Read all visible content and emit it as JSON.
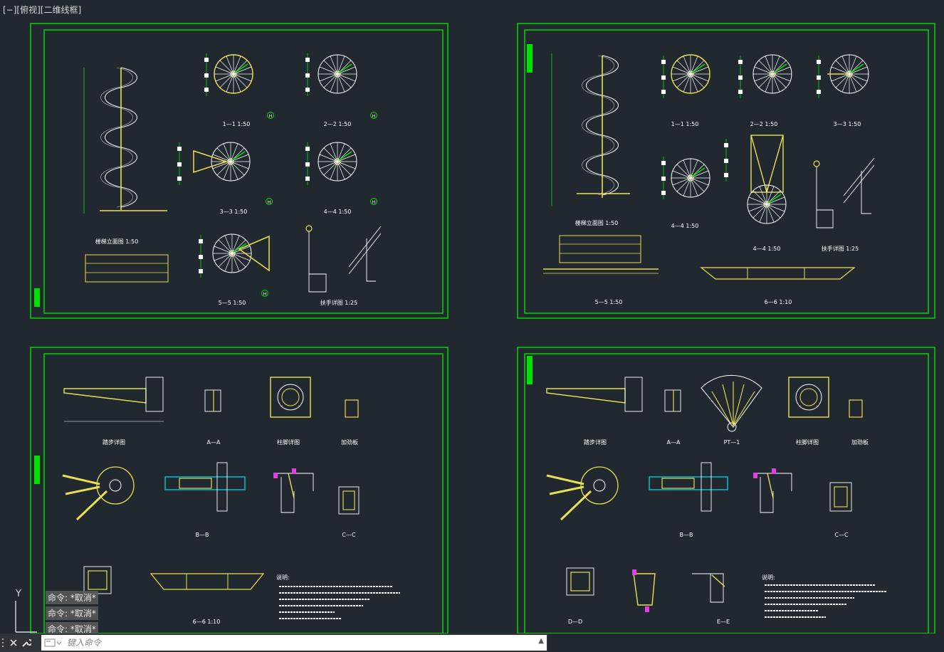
{
  "viewport": {
    "label": "[−][俯视][二维线框]"
  },
  "colors": {
    "background": "#212830",
    "frame": "#00e000",
    "steel": "#e8e050",
    "detail": "#ffffff",
    "accent_cyan": "#00c8e0",
    "accent_magenta": "#e040e0"
  },
  "sheets": [
    {
      "titles": [
        "楼梯立面图 1:50",
        "1—1 1:50",
        "2—2 1:50",
        "3—3 1:50",
        "4—4 1:50",
        "5—5 1:50",
        "扶手详图 1:25"
      ]
    },
    {
      "titles": [
        "楼梯立面图 1:50",
        "1—1 1:50",
        "2—2 1:50",
        "3—3 1:50",
        "4—4 1:50",
        "4—4 1:50",
        "扶手详图 1:25",
        "5—5 1:50",
        "6—6 1:10"
      ]
    },
    {
      "titles": [
        "踏步详图",
        "A—A",
        "柱脚详图",
        "加劲板",
        "B—B",
        "C—C",
        "6—6 1:10",
        "说明:"
      ]
    },
    {
      "titles": [
        "踏步详图",
        "A—A",
        "PT—1",
        "柱脚详图",
        "加劲板",
        "B—B",
        "C—C",
        "D—D",
        "E—E",
        "说明:"
      ]
    }
  ],
  "ucs": {
    "y_label": "Y",
    "icon": "ucs-axis-icon"
  },
  "command_history": [
    "命令: *取消*",
    "命令: *取消*",
    "命令: *取消*"
  ],
  "command_line": {
    "placeholder": "键入命令",
    "close_icon": "close-icon",
    "customize_icon": "wrench-icon",
    "prompt_icon": "command-prompt-icon",
    "expand_icon": "chevron-up-icon"
  }
}
